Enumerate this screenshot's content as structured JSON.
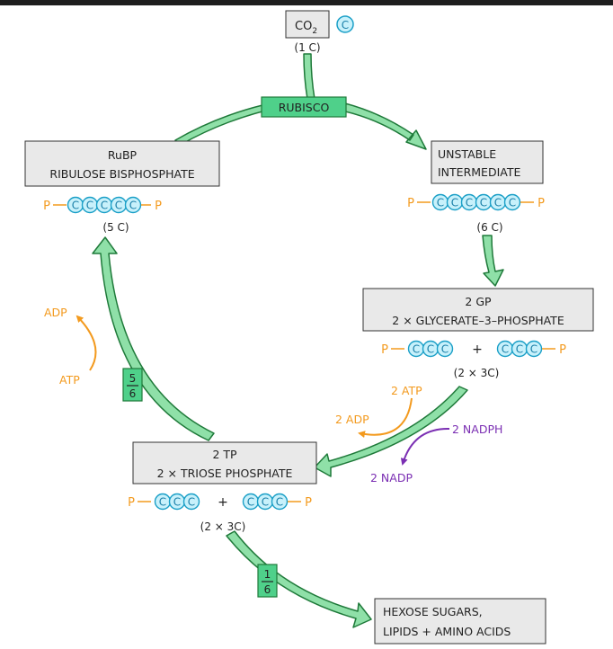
{
  "colors": {
    "arrow_fill": "#8fe0a8",
    "arrow_stroke": "#1f7a3a",
    "box_fill": "#e9e9e9",
    "rubisco_fill": "#4fd08a",
    "carbon_fill": "#c8f1fb",
    "carbon_stroke": "#1a9fc7",
    "carbon_text": "#1a7fa8",
    "phosphate": "#f39a1e",
    "atp": "#f39a1e",
    "nadph": "#7b2fb3",
    "top_bar": "#1e1e1e"
  },
  "co2": {
    "formula_main": "CO",
    "formula_sub": "2",
    "carbon_count": "(1 C)",
    "carbon_letter": "C"
  },
  "rubisco": {
    "label": "RUBISCO"
  },
  "rubp": {
    "line1": "RuBP",
    "line2": "RIBULOSE  BISPHOSPHATE",
    "phosphate": "P",
    "carbon_letter": "C",
    "carbons": 5,
    "carbon_count": "(5 C)"
  },
  "unstable": {
    "line1": "UNSTABLE",
    "line2": "INTERMEDIATE",
    "phosphate": "P",
    "carbon_letter": "C",
    "carbons": 6,
    "carbon_count": "(6 C)"
  },
  "gp": {
    "line1": "2 GP",
    "line2": "2 × GLYCERATE–3–PHOSPHATE",
    "phosphate": "P",
    "carbon_letter": "C",
    "plus": "+",
    "carbon_count": "(2 × 3C)"
  },
  "tp": {
    "line1": "2 TP",
    "line2": "2 ×  TRIOSE  PHOSPHATE",
    "phosphate": "P",
    "carbon_letter": "C",
    "plus": "+",
    "carbon_count": "(2 × 3C)"
  },
  "hexose": {
    "line1": "HEXOSE  SUGARS,",
    "line2": "LIPIDS + AMINO  ACIDS"
  },
  "regeneration": {
    "atp": "ATP",
    "adp": "ADP",
    "fraction_num": "5",
    "fraction_den": "6"
  },
  "reduction": {
    "atp": "2 ATP",
    "adp": "2 ADP",
    "nadph": "2 NADPH",
    "nadp": "2 NADP"
  },
  "output": {
    "fraction_num": "1",
    "fraction_den": "6"
  }
}
